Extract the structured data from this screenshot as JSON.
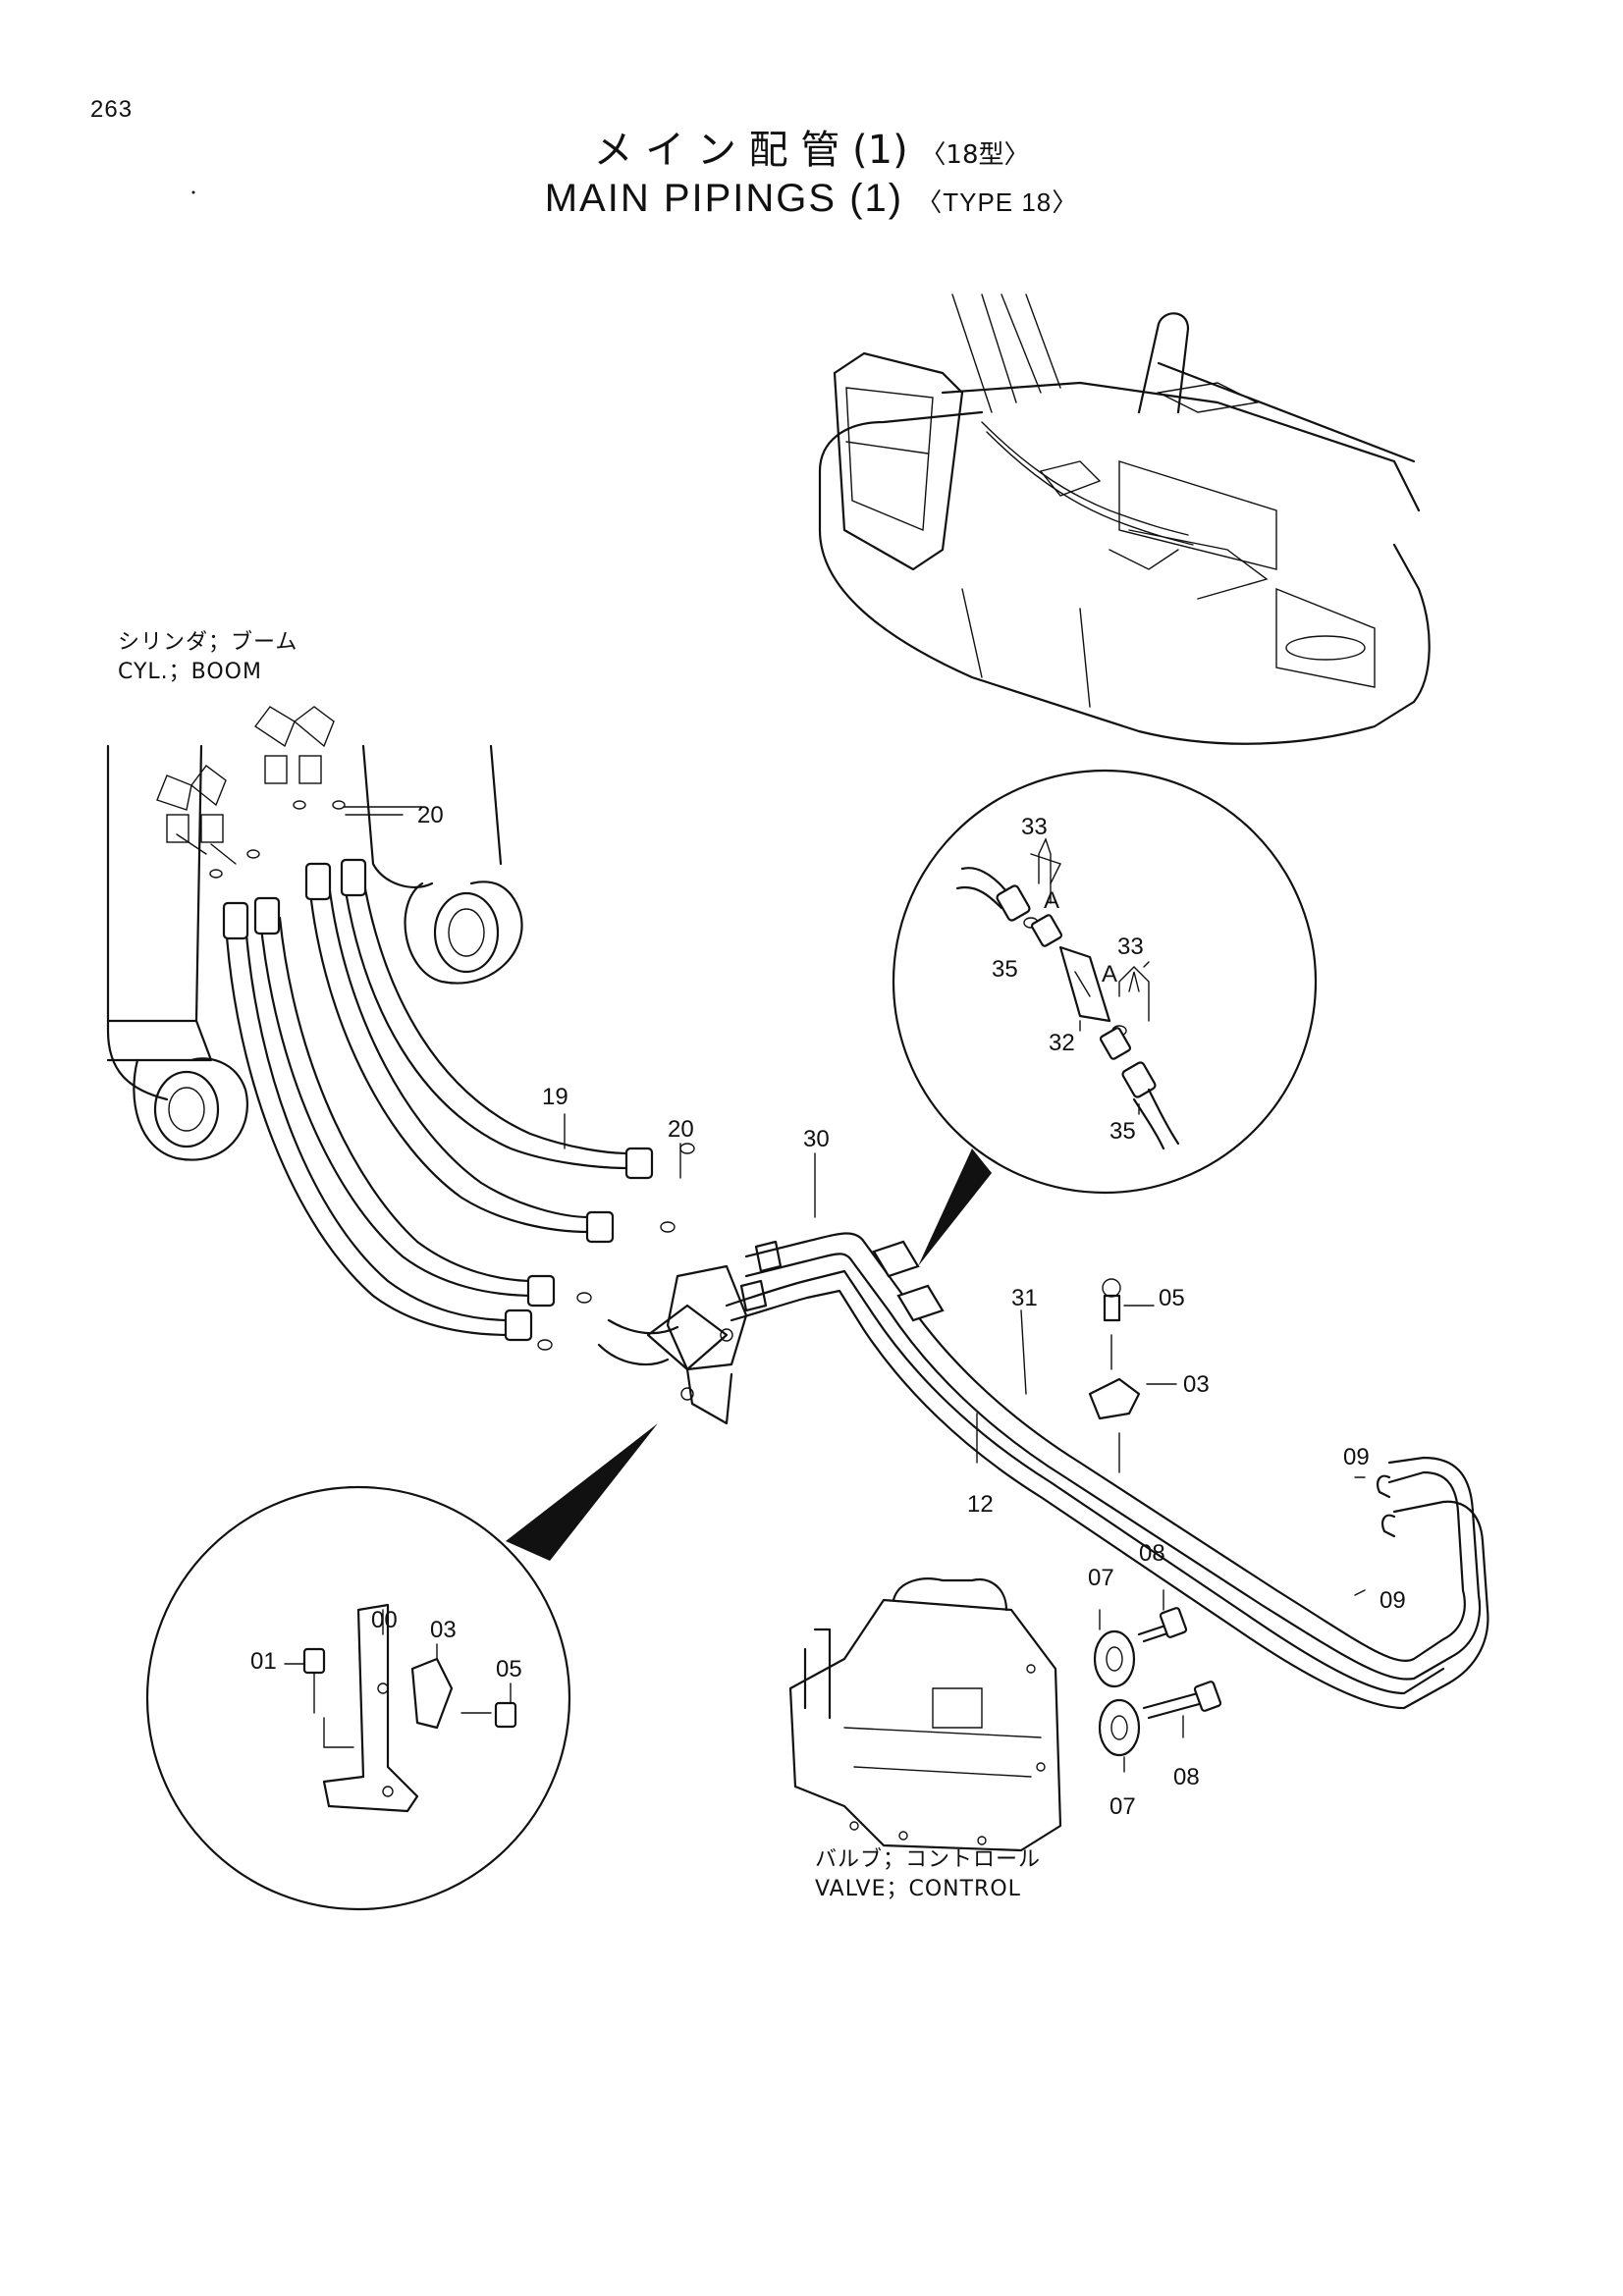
{
  "page_number": "263",
  "title_jp": "メ イ ン 配 管 (1)",
  "title_jp_tag": "〈18型〉",
  "title_en": "MAIN PIPINGS (1)",
  "title_en_tag": "〈TYPE 18〉",
  "captions": {
    "cylinder_jp": "シリンダ；ブーム",
    "cylinder_en": "CYL.；BOOM",
    "valve_jp": "バルブ；コントロール",
    "valve_en": "VALVE；CONTROL"
  },
  "part_labels": {
    "p20_top": "20",
    "p19": "19",
    "p20_mid": "20",
    "p30": "30",
    "p31": "31",
    "p12": "12",
    "p05_main": "05",
    "p03_main": "03",
    "p09_upper": "09",
    "p09_lower": "09",
    "p08_upper": "08",
    "p07_upper": "07",
    "p08_lower": "08",
    "p07_lower": "07",
    "d_33a": "33",
    "d_a1": "A",
    "d_35a": "35",
    "d_33b": "33",
    "d_a2": "A",
    "d_32": "32",
    "d_35b": "35",
    "d_00": "00",
    "d_03": "03",
    "d_01": "01",
    "d_05": "05"
  }
}
